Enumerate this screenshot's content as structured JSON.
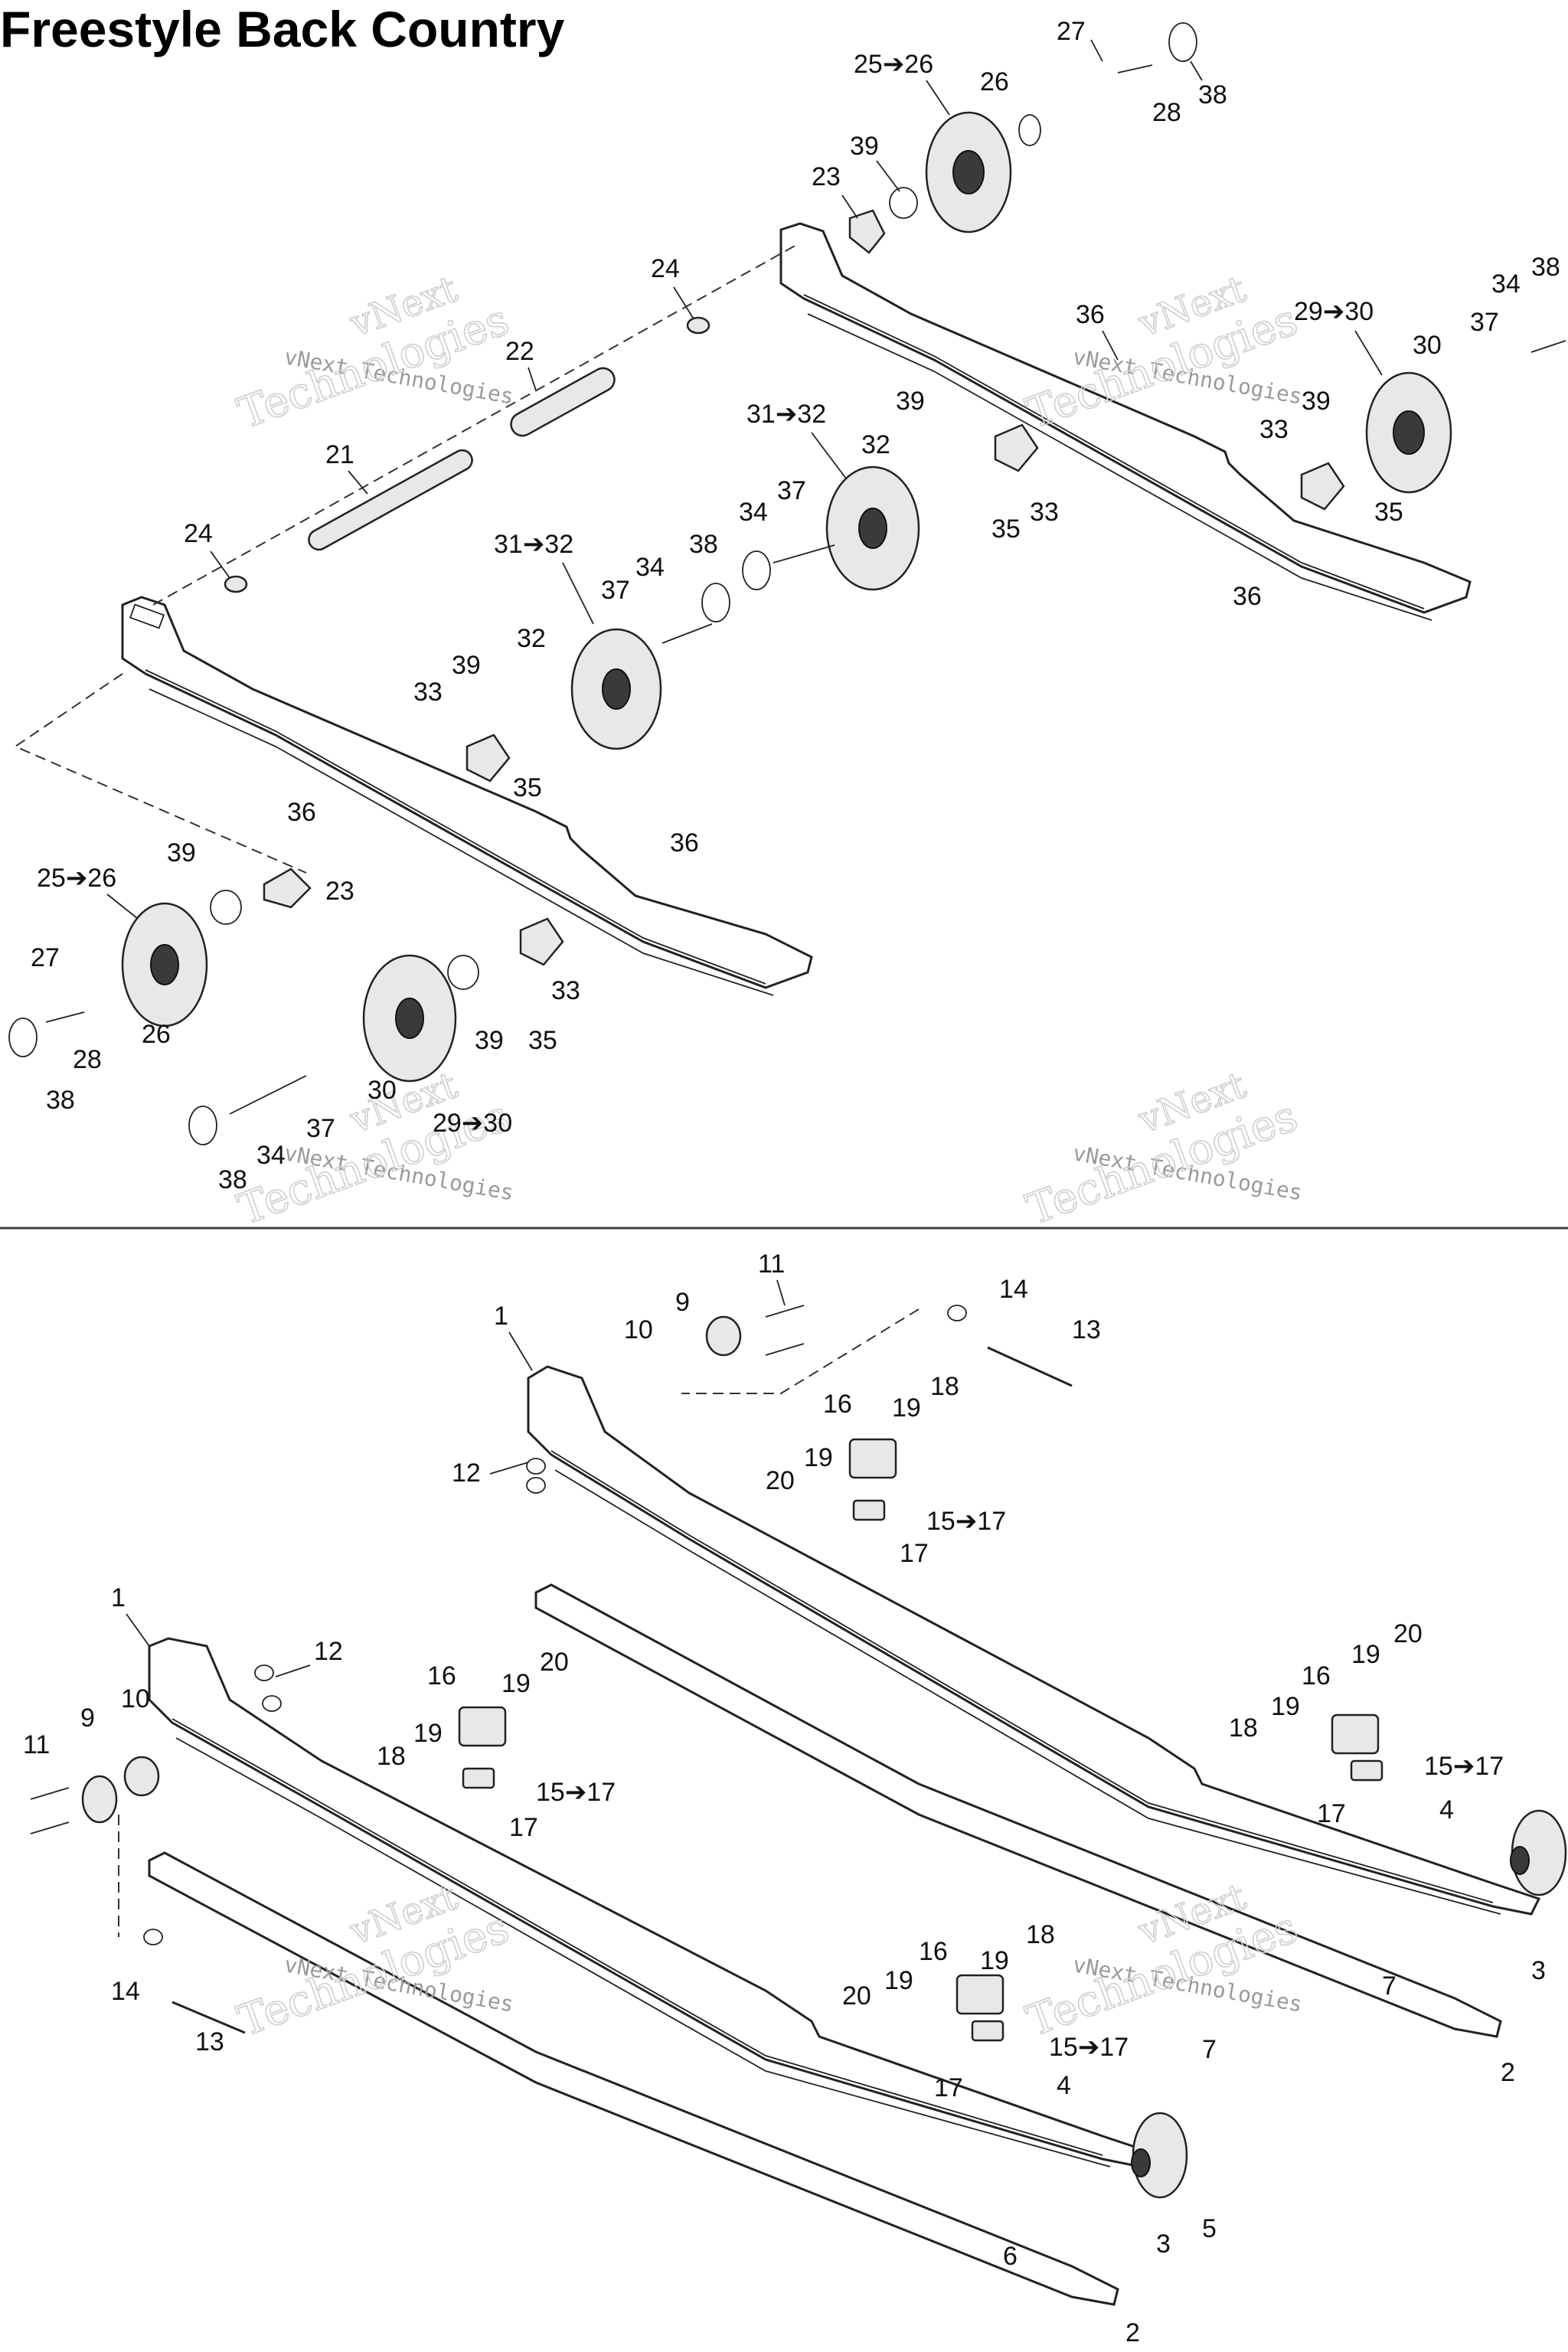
{
  "title": "Freestyle Back Country",
  "watermark": {
    "line1": "vNext",
    "line2": "vNext Technologies",
    "line3": "Technologies"
  },
  "callouts": {
    "c1": "1",
    "c2": "2",
    "c3": "3",
    "c4": "4",
    "c5": "5",
    "c6": "6",
    "c7": "7",
    "c9": "9",
    "c10": "10",
    "c11": "11",
    "c12": "12",
    "c13": "13",
    "c14": "14",
    "c15to17": "15➔17",
    "c16": "16",
    "c17": "17",
    "c18": "18",
    "c19": "19",
    "c20": "20",
    "c21": "21",
    "c22": "22",
    "c23": "23",
    "c24": "24",
    "c25to26": "25➔26",
    "c26": "26",
    "c27": "27",
    "c28": "28",
    "c29to30": "29➔30",
    "c30": "30",
    "c31to32": "31➔32",
    "c32": "32",
    "c33": "33",
    "c34": "34",
    "c35": "35",
    "c36": "36",
    "c37": "37",
    "c38": "38",
    "c39": "39"
  },
  "colors": {
    "line": "#222222",
    "divider": "#444444",
    "watermark": "#cfcfcf"
  }
}
